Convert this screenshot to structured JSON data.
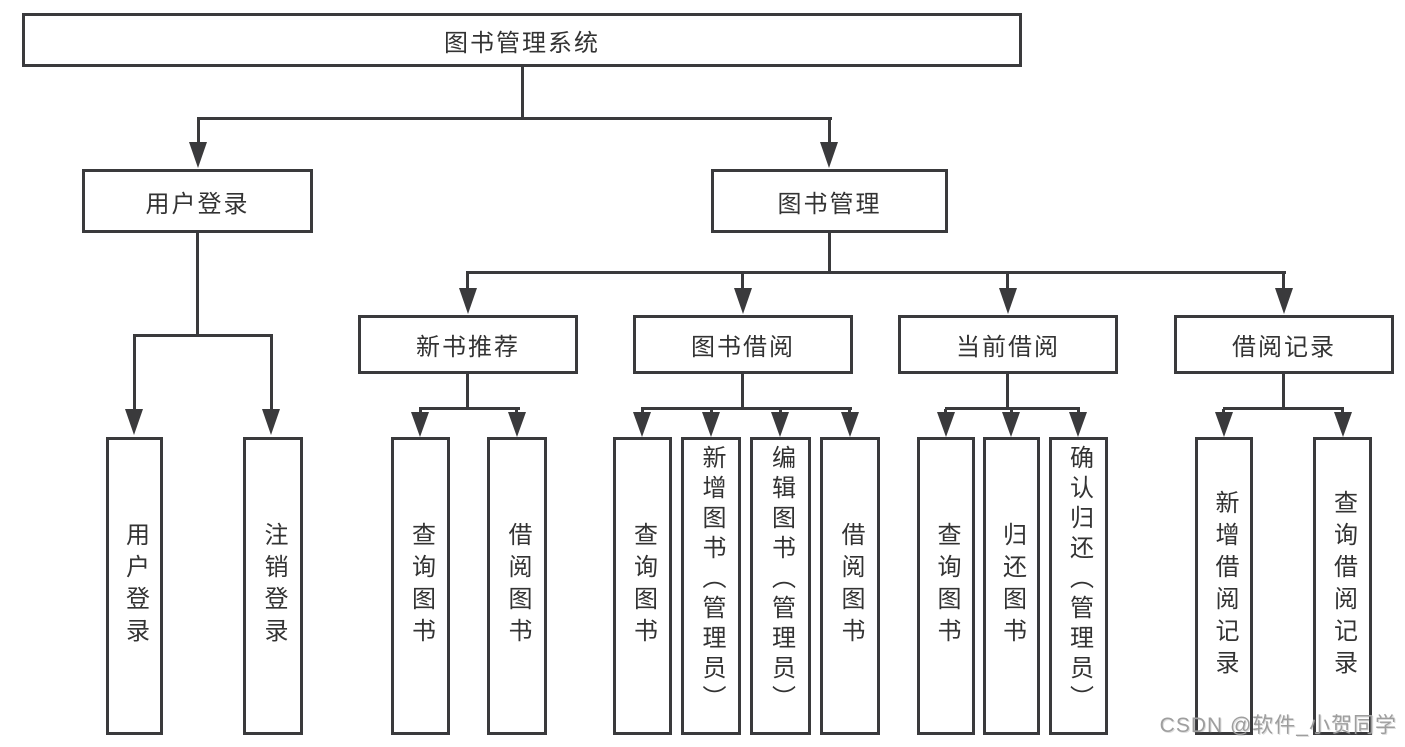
{
  "watermark": "CSDN @软件_小贺同学",
  "colors": {
    "line": "#3a3a3c",
    "text": "#333333",
    "watermark": "#9e9e9e",
    "background": "#ffffff"
  },
  "tree": {
    "root": "图书管理系统",
    "user_login": {
      "label": "用户登录",
      "children": [
        "用户登录",
        "注销登录"
      ]
    },
    "book_mgmt": {
      "label": "图书管理",
      "new_books": {
        "label": "新书推荐",
        "children": [
          "查询图书",
          "借阅图书"
        ]
      },
      "book_borrow": {
        "label": "图书借阅",
        "children": [
          "查询图书",
          "新增图书（管理员）",
          "编辑图书（管理员）",
          "借阅图书"
        ]
      },
      "current_borrow": {
        "label": "当前借阅",
        "children": [
          "查询图书",
          "归还图书",
          "确认归还（管理员）"
        ]
      },
      "borrow_records": {
        "label": "借阅记录",
        "children": [
          "新增借阅记录",
          "查询借阅记录"
        ]
      }
    }
  }
}
